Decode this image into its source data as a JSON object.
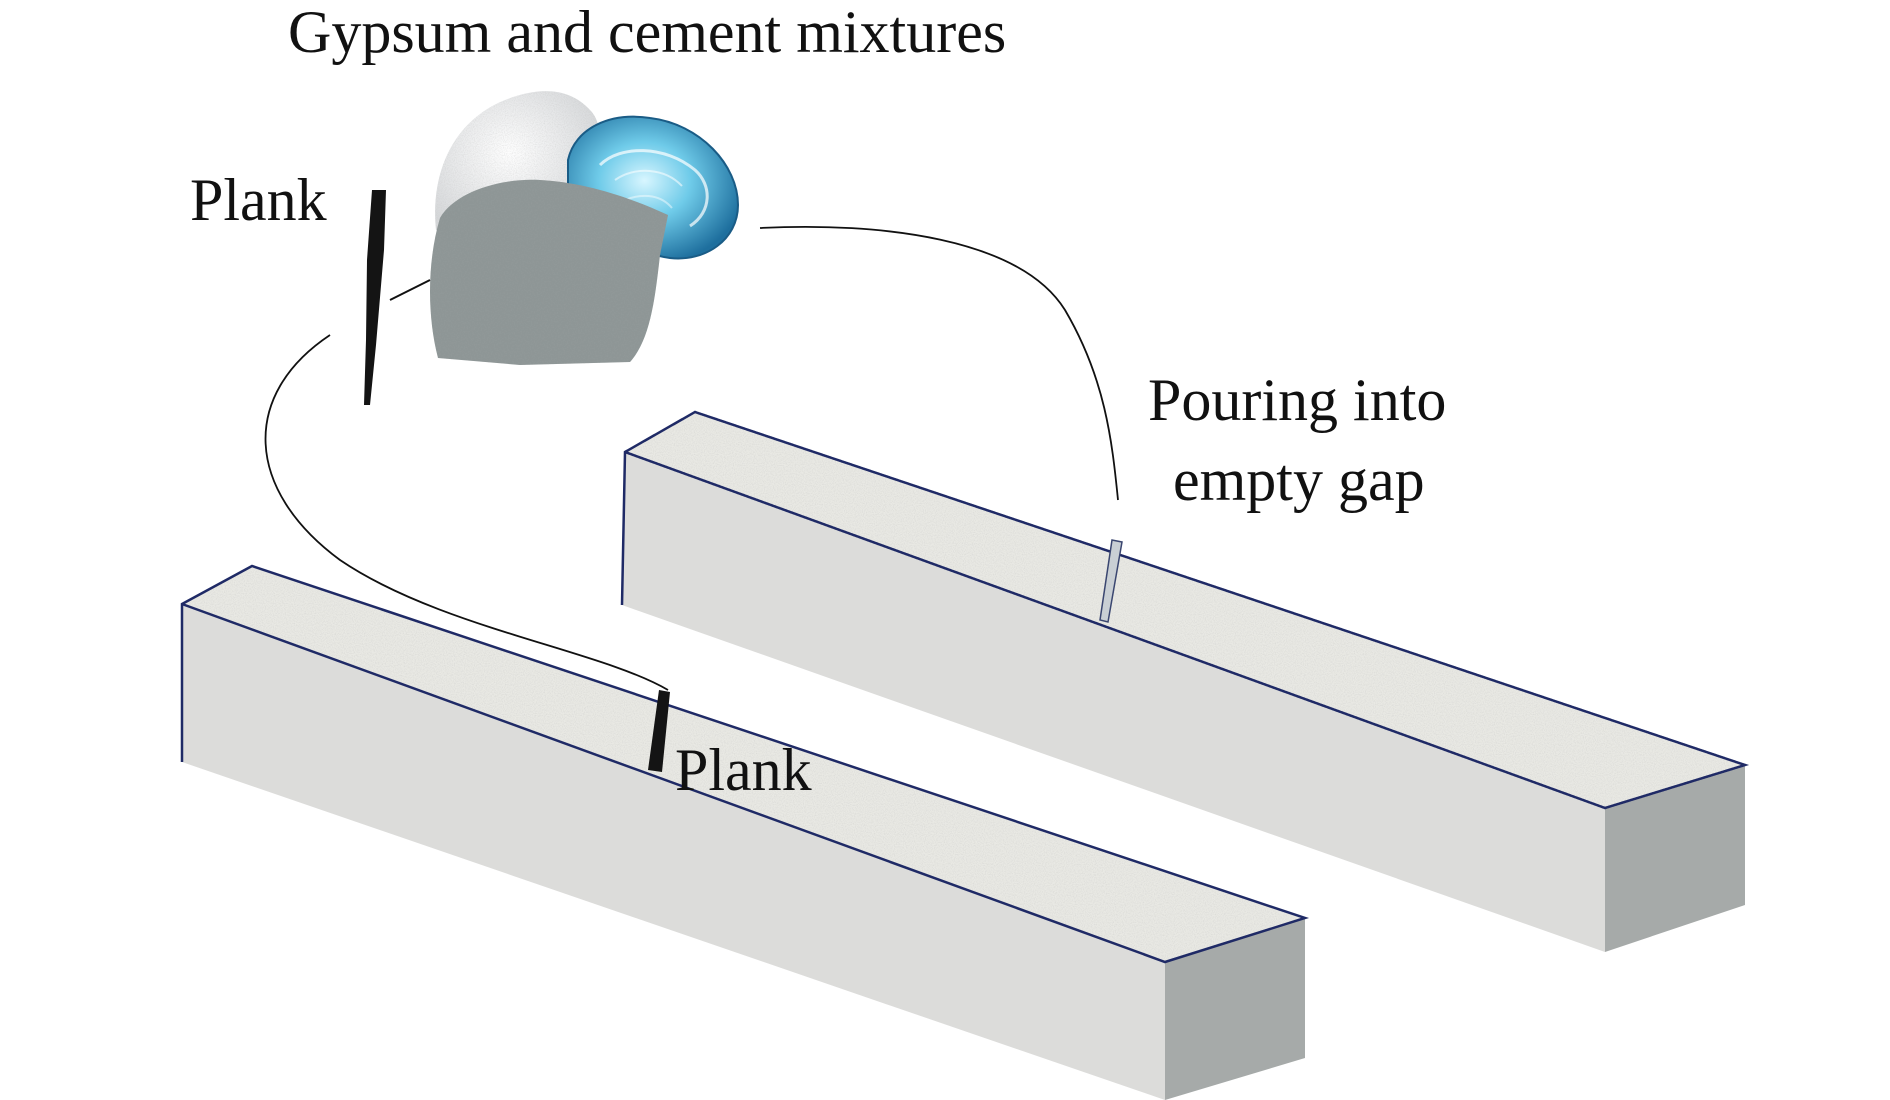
{
  "labels": {
    "title": "Gypsum and cement mixtures",
    "plank_top": "Plank",
    "plank_bottom": "Plank",
    "pouring_line1": "Pouring into",
    "pouring_line2": "empty gap"
  },
  "colors": {
    "beam_top": "#e9e9e4",
    "beam_front": "#dcdcda",
    "beam_end": "#a6aaa9",
    "edge_line": "#1f2a66",
    "plank": "#141414",
    "cement": "#8e9696",
    "gypsum": "#ececec",
    "water_light": "#9fe3f5",
    "water_dark": "#2a8fc0",
    "connector": "#111111"
  },
  "icons": {
    "cement_pile": "cement-pile-icon",
    "gypsum_pile": "gypsum-pile-icon",
    "water_pool": "water-pool-icon",
    "plank": "plank-icon"
  }
}
